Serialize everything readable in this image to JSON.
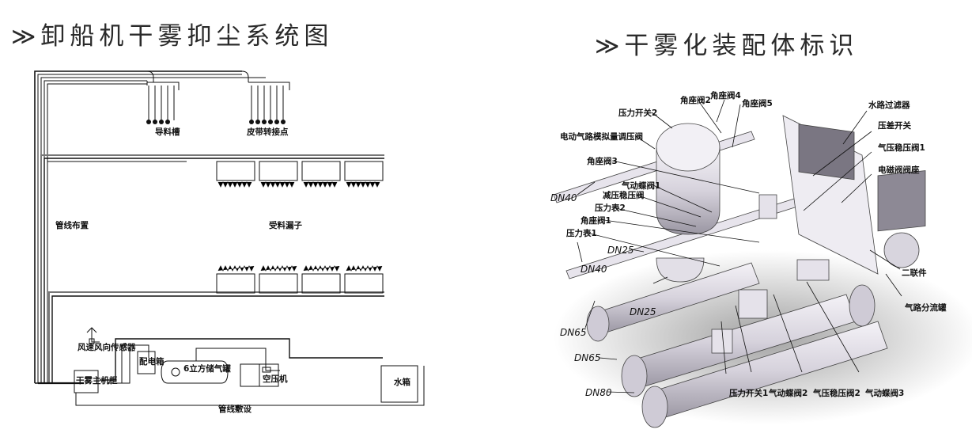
{
  "titles": {
    "left": {
      "prefix": "≫",
      "text": "卸船机干雾抑尘系统图"
    },
    "right": {
      "prefix": "≫",
      "text": "干雾化装配体标识"
    }
  },
  "schematic": {
    "labels": {
      "guide_chute": "导料槽",
      "belt_transfer": "皮带转接点",
      "receiving_hopper": "受料漏子",
      "pipe_bundle": "管线布置",
      "control_box": "干雾主机柜",
      "distribution_box": "配电箱",
      "air_tank": "6立方储气罐",
      "compressor": "空压机",
      "water_tank": "水箱",
      "ground_line": "管线敷设",
      "wind_vane": "风速风向传感器"
    },
    "nozzle_groups": {
      "guide_chute_count": 4,
      "belt_transfer_count": 6,
      "hopper_upper_units": 4,
      "hopper_lower_units": 4
    }
  },
  "assembly": {
    "callouts": [
      {
        "id": "angle-valve-2",
        "text": "角座阀2"
      },
      {
        "id": "angle-valve-4",
        "text": "角座阀4"
      },
      {
        "id": "angle-valve-5",
        "text": "角座阀5"
      },
      {
        "id": "pressure-switch-2",
        "text": "压力开关2"
      },
      {
        "id": "electric-regulator",
        "text": "电动气路模拟量调压阀"
      },
      {
        "id": "angle-valve-3",
        "text": "角座阀3"
      },
      {
        "id": "dn40-upper",
        "text": "DN40"
      },
      {
        "id": "pneumatic-butterfly-1",
        "text": "气动蝶阀1"
      },
      {
        "id": "reducing-regulator",
        "text": "减压稳压阀"
      },
      {
        "id": "pressure-gauge-2",
        "text": "压力表2"
      },
      {
        "id": "angle-valve-1",
        "text": "角座阀1"
      },
      {
        "id": "pressure-gauge-1",
        "text": "压力表1"
      },
      {
        "id": "dn25-upper",
        "text": "DN25"
      },
      {
        "id": "dn40-lower",
        "text": "DN40"
      },
      {
        "id": "dn25-lower",
        "text": "DN25"
      },
      {
        "id": "dn65-upper",
        "text": "DN65"
      },
      {
        "id": "dn65-lower",
        "text": "DN65"
      },
      {
        "id": "dn80",
        "text": "DN80"
      },
      {
        "id": "pressure-switch-1",
        "text": "压力开关1"
      },
      {
        "id": "pneumatic-butterfly-2",
        "text": "气动蝶阀2"
      },
      {
        "id": "air-regulator-2",
        "text": "气压稳压阀2"
      },
      {
        "id": "pneumatic-butterfly-3",
        "text": "气动蝶阀3"
      },
      {
        "id": "water-filter",
        "text": "水路过滤器"
      },
      {
        "id": "diff-pressure-switch",
        "text": "压差开关"
      },
      {
        "id": "air-regulator-1",
        "text": "气压稳压阀1"
      },
      {
        "id": "solenoid-seat",
        "text": "电磁阀阀座"
      },
      {
        "id": "frl-unit",
        "text": "二联件"
      },
      {
        "id": "air-manifold",
        "text": "气路分流罐"
      }
    ]
  }
}
